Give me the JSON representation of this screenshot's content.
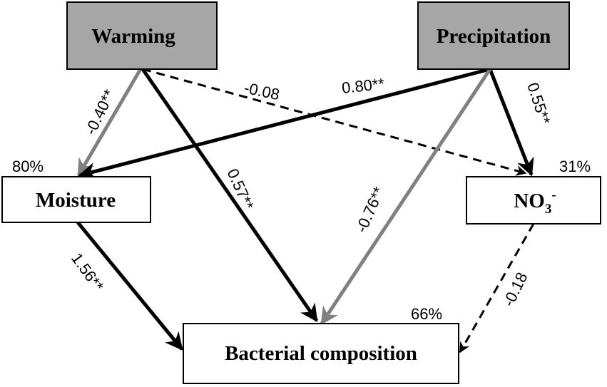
{
  "nodes": {
    "warming": {
      "label": "Warming",
      "fill": "#a6a6a6"
    },
    "precipitation": {
      "label": "Precipitation",
      "fill": "#a6a6a6"
    },
    "moisture": {
      "label": "Moisture",
      "r2": "80%",
      "fill": "#ffffff"
    },
    "no3": {
      "label": "NO",
      "sub": "3",
      "sup": "-",
      "r2": "31%",
      "fill": "#ffffff"
    },
    "bacterial": {
      "label": "Bacterial composition",
      "r2": "66%",
      "fill": "#ffffff"
    }
  },
  "paths": {
    "warming_moisture": {
      "coef": "-0.40**",
      "color": "#808080",
      "style": "solid"
    },
    "warming_no3": {
      "coef": "-0.08",
      "color": "#000000",
      "style": "dashed"
    },
    "warming_bacterial": {
      "coef": "0.57**",
      "color": "#000000",
      "style": "solid"
    },
    "precip_moisture": {
      "coef": "0.80**",
      "color": "#000000",
      "style": "solid"
    },
    "precip_no3": {
      "coef": "0.55**",
      "color": "#000000",
      "style": "solid"
    },
    "precip_bacterial": {
      "coef": "-0.76**",
      "color": "#808080",
      "style": "solid"
    },
    "moisture_bacterial": {
      "coef": "1.56**",
      "color": "#000000",
      "style": "solid"
    },
    "no3_bacterial": {
      "coef": "-0.18",
      "color": "#000000",
      "style": "dashed"
    }
  }
}
